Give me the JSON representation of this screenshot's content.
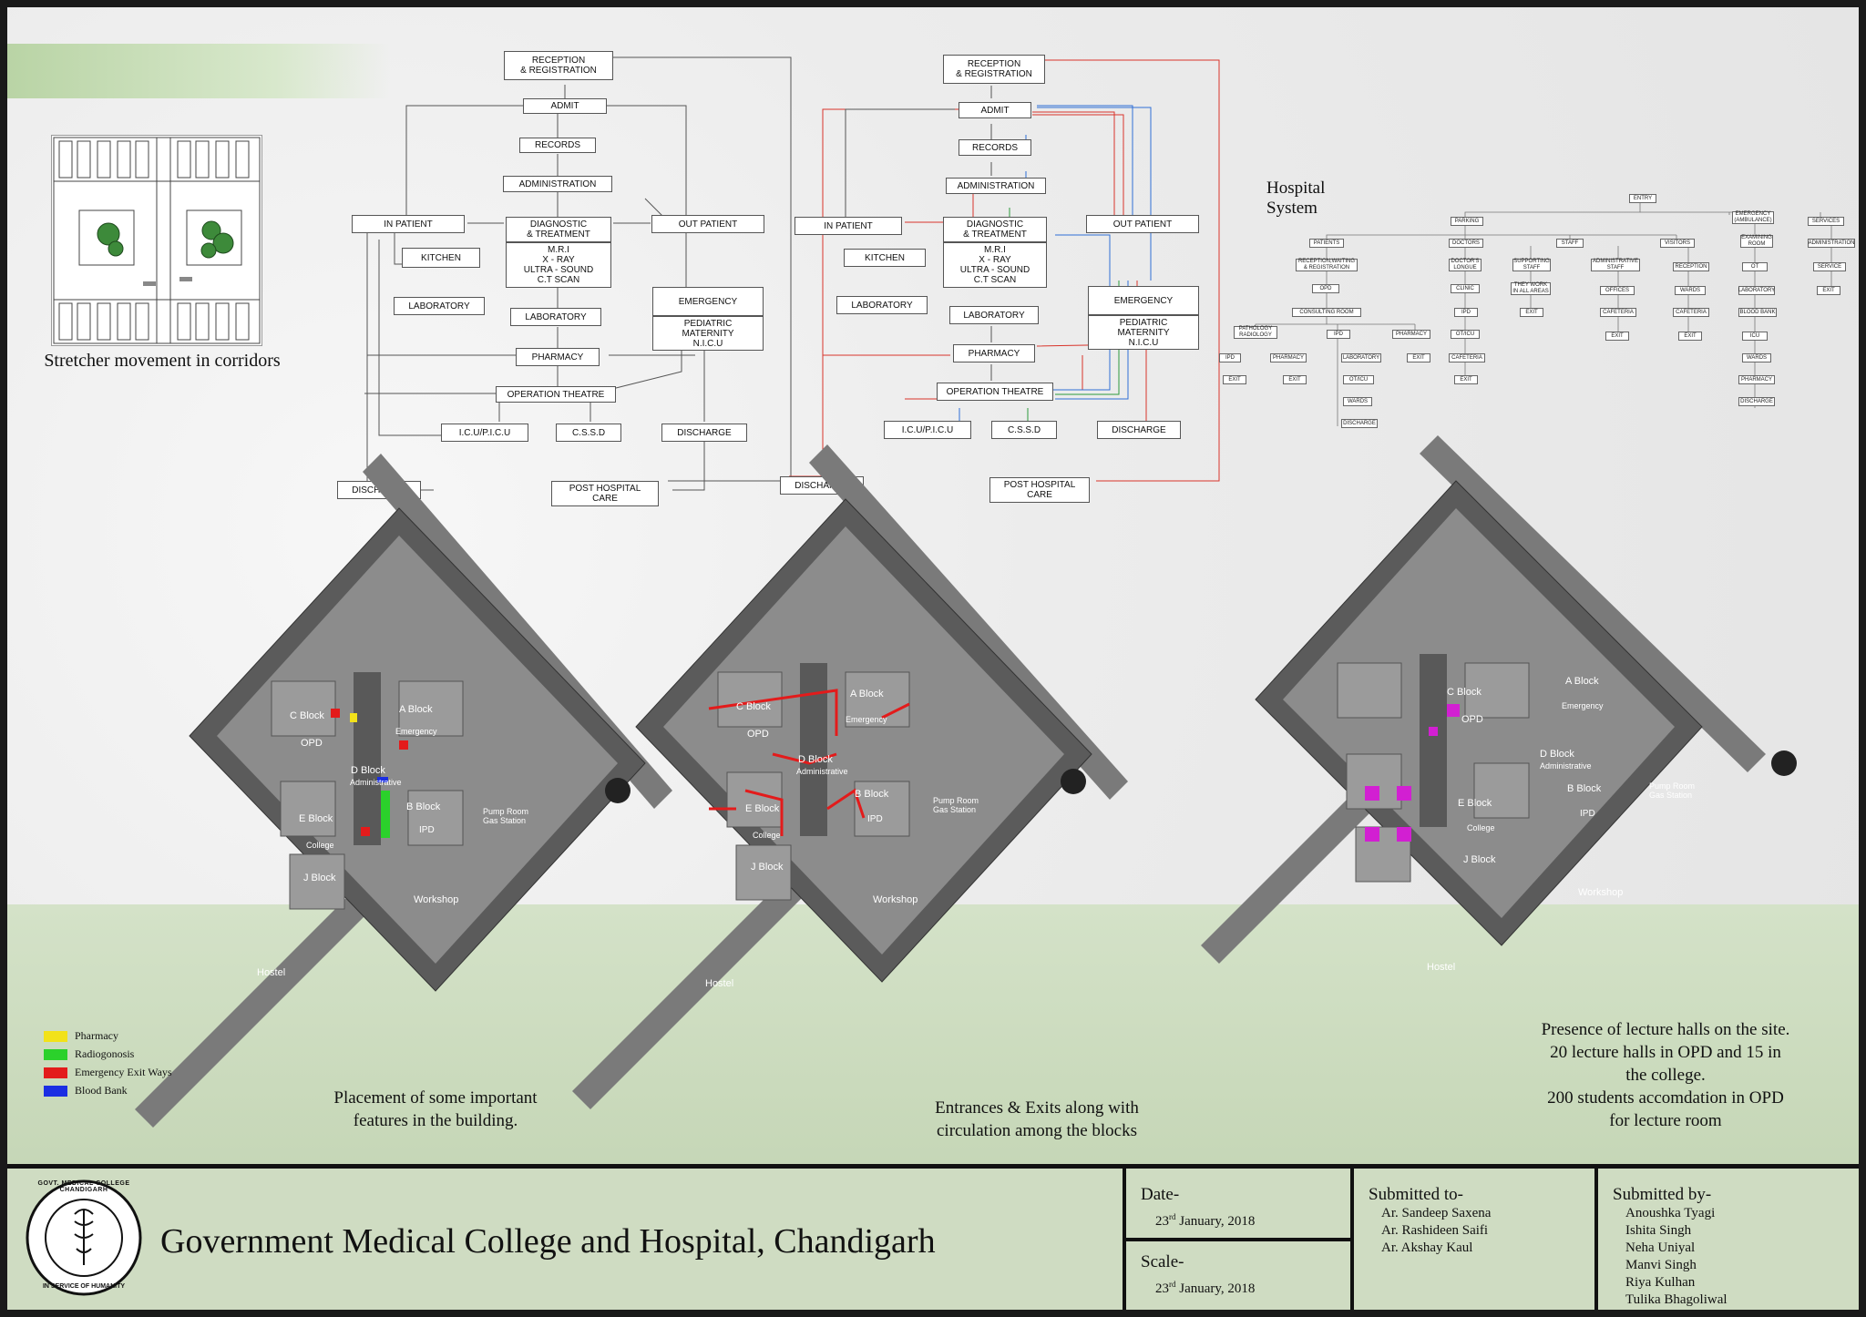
{
  "stretcher": {
    "caption": "Stretcher movement in corridors"
  },
  "flow1": {
    "reception": "RECEPTION\n& REGISTRATION",
    "admit": "ADMIT",
    "records": "RECORDS",
    "administration": "ADMINISTRATION",
    "in_patient": "IN PATIENT",
    "diagnostic": "DIAGNOSTIC\n& TREATMENT",
    "diag_list": "M.R.I\nX - RAY\nULTRA - SOUND\nC.T SCAN",
    "out_patient": "OUT PATIENT",
    "kitchen": "KITCHEN",
    "laboratory_left": "LABORATORY",
    "laboratory": "LABORATORY",
    "emergency": "EMERGENCY",
    "pediatric": "PEDIATRIC\nMATERNITY\nN.I.C.U",
    "pharmacy": "PHARMACY",
    "operation_theatre": "OPERATION THEATRE",
    "icu": "I.C.U/P.I.C.U",
    "cssd": "C.S.S.D",
    "discharge_right": "DISCHARGE",
    "discharge_left": "DISCHARGE",
    "post_hospital": "POST HOSPITAL\nCARE"
  },
  "flow2": {
    "reception": "RECEPTION\n& REGISTRATION",
    "admit": "ADMIT",
    "records": "RECORDS",
    "administration": "ADMINISTRATION",
    "in_patient": "IN PATIENT",
    "diagnostic": "DIAGNOSTIC\n& TREATMENT",
    "diag_list": "M.R.I\nX - RAY\nULTRA - SOUND\nC.T SCAN",
    "out_patient": "OUT PATIENT",
    "kitchen": "KITCHEN",
    "laboratory_left": "LABORATORY",
    "laboratory": "LABORATORY",
    "emergency": "EMERGENCY",
    "pediatric": "PEDIATRIC\nMATERNITY\nN.I.C.U",
    "pharmacy": "PHARMACY",
    "operation_theatre": "OPERATION THEATRE",
    "icu": "I.C.U/P.I.C.U",
    "cssd": "C.S.S.D",
    "discharge_right": "DISCHARGE",
    "discharge_left": "DISCHARGE",
    "post_hospital": "POST HOSPITAL\nCARE"
  },
  "hospital_system": {
    "title": "Hospital System",
    "entry": "ENTRY",
    "parking": "PARKING",
    "emergency_amb": "EMERGENCY\n(AMBULANCE)",
    "services": "SERVICES",
    "patients": "PATIENTS",
    "doctors": "DOCTORS",
    "staff": "STAFF",
    "visitors": "VISITORS",
    "examining": "EXAMINING\nROOM",
    "administration": "ADMINISTRATION",
    "reception_waiting": "RECEPTION,WAITING\n& REGISTRATION",
    "doctors_lounge": "DOCTOR'S\nLONGUE",
    "supporting_staff": "SUPPORTING\nSTAFF",
    "admin_staff": "ADMINISTRATIVE\nSTAFF",
    "reception": "RECEPTION",
    "ot": "OT",
    "service": "SERVICE",
    "opd": "OPD",
    "clinic": "CLINIC",
    "they_work": "THEY WORK\nIN ALL AREAS",
    "offices": "OFFICES",
    "wards": "WARDS",
    "laboratory": "LABORATORY",
    "exit": "EXIT",
    "consulting_room": "CONSULTING ROOM",
    "ipd_doc": "IPD",
    "cafeteria": "CAFETERIA",
    "blood_bank": "BLOOD BANK",
    "path_rad": "PATHOLOGY\nRADIOLOGY",
    "ipd": "IPD",
    "pharmacy": "PHARMACY",
    "ot_icu": "OT/ICU",
    "icu": "ICU",
    "ipd_small": "IPD",
    "pharmacy_small": "PHARMACY",
    "laboratory_small": "LABORATORY",
    "wards_small": "WARDS",
    "discharge": "DISCHARGE",
    "otcu": "OT/ICU"
  },
  "sites": [
    {
      "caption": "Placement of some important\nfeatures in the building.",
      "labels": {
        "c": "C Block",
        "a": "A Block",
        "opd": "OPD",
        "emergency": "Emergency",
        "d": "D Block",
        "admin": "Administrative",
        "e": "E Block",
        "b": "B Block",
        "college": "College",
        "ipd": "IPD",
        "pump": "Pump Room\nGas Station",
        "j": "J Block",
        "workshop": "Workshop",
        "hostel": "Hostel"
      }
    },
    {
      "caption": "Entrances & Exits along with\ncirculation among the blocks",
      "labels": {
        "c": "C Block",
        "a": "A Block",
        "opd": "OPD",
        "emergency": "Emergency",
        "d": "D Block",
        "admin": "Administrative",
        "e": "E Block",
        "b": "B Block",
        "college": "College",
        "ipd": "IPD",
        "pump": "Pump Room\nGas Station",
        "j": "J Block",
        "workshop": "Workshop",
        "hostel": "Hostel"
      }
    },
    {
      "caption": "Presence of lecture halls on the site.\n20 lecture halls in OPD and 15 in\nthe college.\n200 students accomdation in OPD\nfor lecture room",
      "labels": {
        "c": "C Block",
        "a": "A Block",
        "opd": "OPD",
        "emergency": "Emergency",
        "d": "D Block",
        "admin": "Administrative",
        "e": "E Block",
        "b": "B Block",
        "college": "College",
        "ipd": "IPD",
        "pump": "Pump Room\nGas Station",
        "j": "J Block",
        "workshop": "Workshop",
        "hostel": "Hostel"
      }
    }
  ],
  "legend": [
    {
      "label": "Pharmacy",
      "color": "#f2e21a"
    },
    {
      "label": "Radiogonosis",
      "color": "#2bd12b"
    },
    {
      "label": "Emergency Exit Ways",
      "color": "#e31b1b"
    },
    {
      "label": "Blood Bank",
      "color": "#1b2ee3"
    }
  ],
  "titleblock": {
    "seal_top": "GOVT. MEDICAL COLLEGE CHANDIGARH",
    "seal_bottom": "IN SERVICE OF HUMANITY",
    "title": "Government Medical College and Hospital, Chandigarh",
    "date_label": "Date-",
    "date_day": "23",
    "date_sup": "rd",
    "date_rest": " January, 2018",
    "scale_label": "Scale-",
    "scale_day": "23",
    "scale_sup": "rd",
    "scale_rest": " January, 2018",
    "submitted_to_label": "Submitted to-",
    "submitted_to": [
      "Ar. Sandeep Saxena",
      "Ar. Rashideen Saifi",
      "Ar. Akshay Kaul"
    ],
    "submitted_by_label": "Submitted by-",
    "submitted_by": [
      "Anoushka Tyagi",
      "Ishita Singh",
      "Neha Uniyal",
      "Manvi Singh",
      "Riya Kulhan",
      "Tulika Bhagoliwal"
    ]
  },
  "colors": {
    "red_flow": "#d9342b",
    "blue_flow": "#2f6fd6",
    "green_flow": "#2c9a3c",
    "magenta": "#d21fd2",
    "title_band": "#cfdcc2"
  }
}
